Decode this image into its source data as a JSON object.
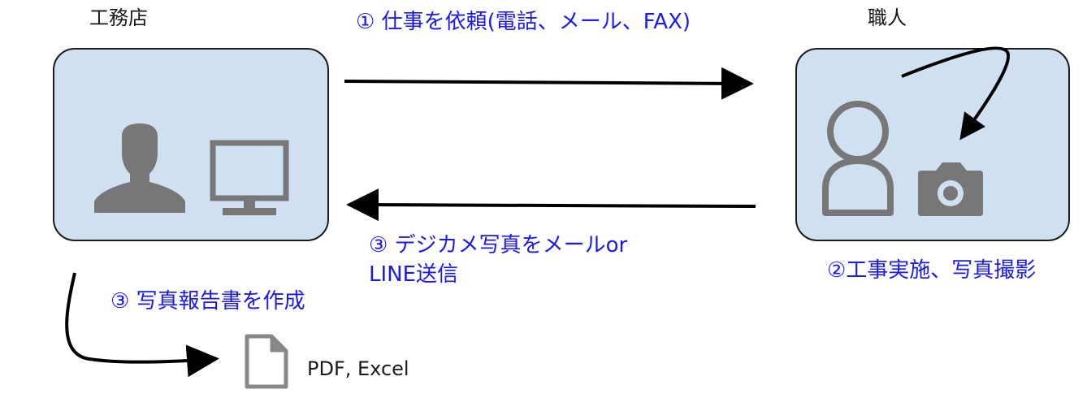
{
  "colors": {
    "accent": "#1a1aee",
    "box_fill": "#cfe0f1",
    "box_stroke": "#1a1a1a",
    "icon_gray": "#777777",
    "arrow": "#000000"
  },
  "actors": {
    "left": "工務店",
    "right": "職人"
  },
  "steps": {
    "request": "① 仕事を依頼(電話、メール、FAX)",
    "work": "②工事実施、写真撮影",
    "send_line1": "③ デジカメ写真をメールor",
    "send_line2": "LINE送信",
    "report": "③ 写真報告書を作成"
  },
  "output": {
    "formats": "PDF, Excel"
  },
  "icons": {
    "left_box": [
      "person-silhouette-icon",
      "monitor-icon"
    ],
    "right_box": [
      "person-outline-icon",
      "camera-icon"
    ],
    "document": "document-icon"
  }
}
